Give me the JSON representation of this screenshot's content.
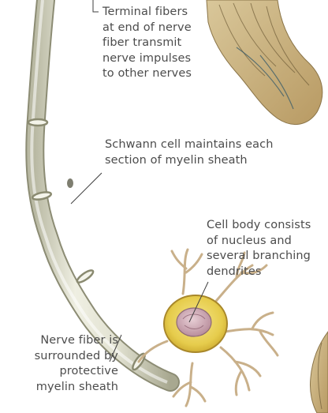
{
  "labels": {
    "terminal_fibers": [
      "Terminal fibers",
      "at end of nerve",
      "fiber transmit",
      "nerve impulses",
      "to other nerves"
    ],
    "schwann_cell": [
      "Schwann cell maintains each",
      "section of myelin sheath"
    ],
    "cell_body": [
      "Cell body consists",
      "of nucleus and",
      "several branching",
      "dendrites"
    ],
    "nerve_fiber": [
      "Nerve fiber is",
      "surrounded by",
      "protective",
      "myelin sheath"
    ]
  }
}
